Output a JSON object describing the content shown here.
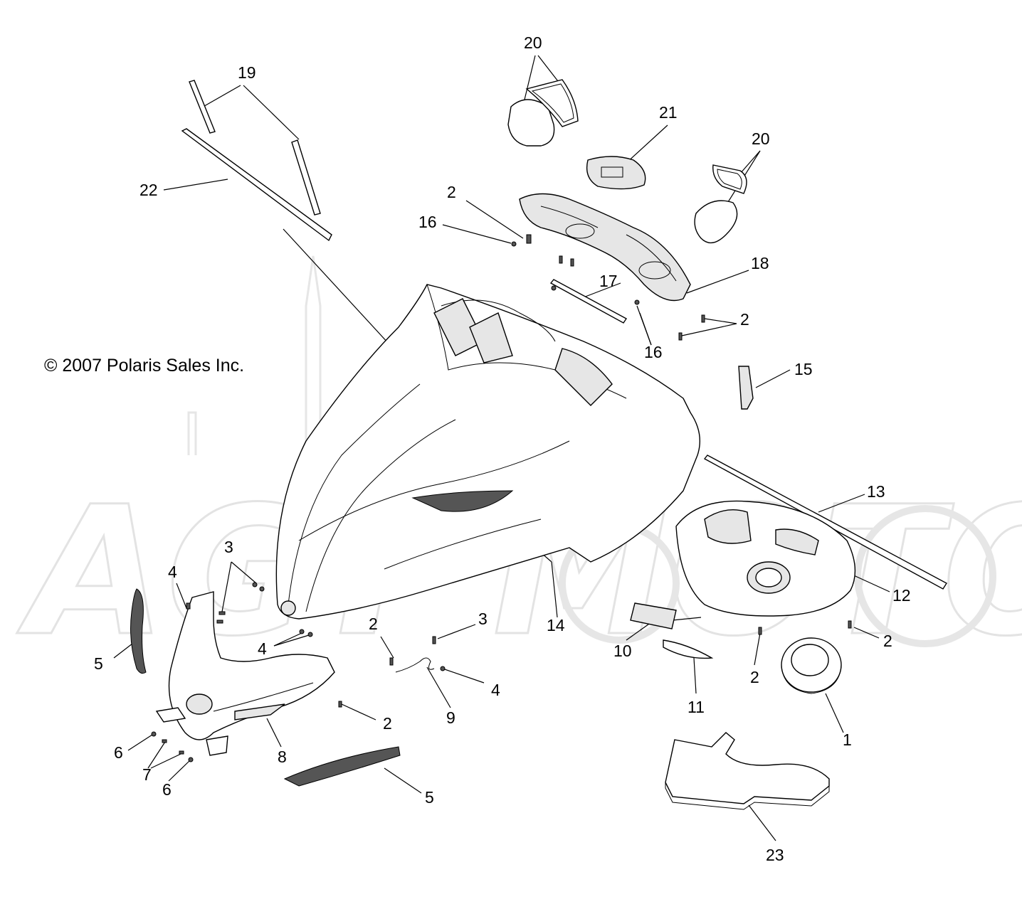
{
  "copyright": "© 2007 Polaris Sales Inc.",
  "watermark": "AGT MOTO",
  "callouts": [
    {
      "id": "c20a",
      "label": "20"
    },
    {
      "id": "c19",
      "label": "19"
    },
    {
      "id": "c21",
      "label": "21"
    },
    {
      "id": "c20b",
      "label": "20"
    },
    {
      "id": "c22",
      "label": "22"
    },
    {
      "id": "c2a",
      "label": "2"
    },
    {
      "id": "c16a",
      "label": "16"
    },
    {
      "id": "c18",
      "label": "18"
    },
    {
      "id": "c17",
      "label": "17"
    },
    {
      "id": "c2b",
      "label": "2"
    },
    {
      "id": "c16b",
      "label": "16"
    },
    {
      "id": "c15",
      "label": "15"
    },
    {
      "id": "c13",
      "label": "13"
    },
    {
      "id": "c3a",
      "label": "3"
    },
    {
      "id": "c4a",
      "label": "4"
    },
    {
      "id": "c12",
      "label": "12"
    },
    {
      "id": "c14",
      "label": "14"
    },
    {
      "id": "c2c",
      "label": "2"
    },
    {
      "id": "c3b",
      "label": "3"
    },
    {
      "id": "c5a",
      "label": "5"
    },
    {
      "id": "c4b",
      "label": "4"
    },
    {
      "id": "c10",
      "label": "10"
    },
    {
      "id": "c2d",
      "label": "2"
    },
    {
      "id": "c2e",
      "label": "2"
    },
    {
      "id": "c4c",
      "label": "4"
    },
    {
      "id": "c11",
      "label": "11"
    },
    {
      "id": "c2f",
      "label": "2"
    },
    {
      "id": "c9",
      "label": "9"
    },
    {
      "id": "c1",
      "label": "1"
    },
    {
      "id": "c6a",
      "label": "6"
    },
    {
      "id": "c8",
      "label": "8"
    },
    {
      "id": "c7",
      "label": "7"
    },
    {
      "id": "c6b",
      "label": "6"
    },
    {
      "id": "c5b",
      "label": "5"
    },
    {
      "id": "c23",
      "label": "23"
    }
  ]
}
